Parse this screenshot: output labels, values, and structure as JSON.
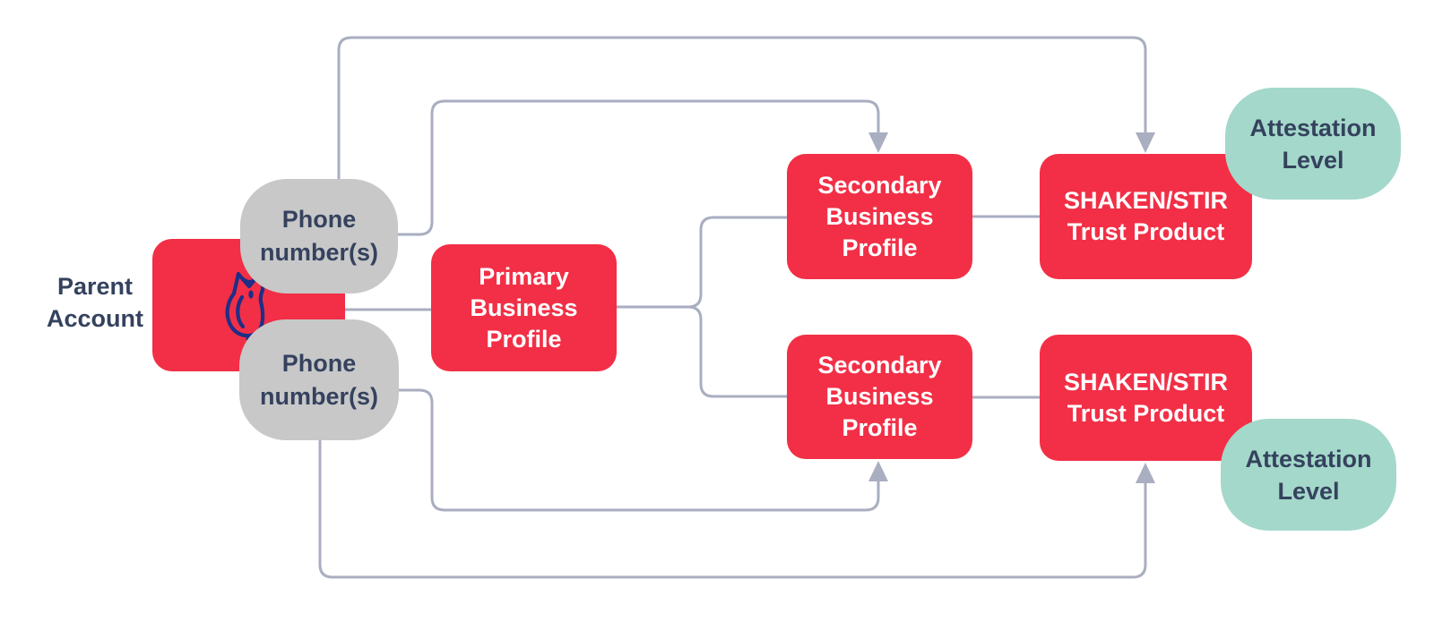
{
  "colors": {
    "background": "#FFFFFF",
    "node_red": "#F22F46",
    "bubble_gray": "#C8C8C9",
    "bubble_teal": "#A4D8CA",
    "text_navy": "#35425E",
    "text_white": "#FFFFFF",
    "connector_gray": "#A9AEC0",
    "owl_navy": "#1F2E86"
  },
  "nodes": {
    "parent_account": "Parent\nAccount",
    "phone_numbers": "Phone\nnumber(s)",
    "primary_business_profile": "Primary\nBusiness\nProfile",
    "secondary_business_profile": "Secondary\nBusiness\nProfile",
    "shaken_stir_trust_product": "SHAKEN/STIR\nTrust Product",
    "attestation_level": "Attestation\nLevel"
  },
  "icons": {
    "owl": "twilio-owl-icon"
  },
  "edges": [
    {
      "from": "phone-numbers-1",
      "to": "shaken-stir-trust-product-1",
      "arrow": true,
      "route": "over-the-top"
    },
    {
      "from": "phone-numbers-1",
      "to": "secondary-business-profile-1",
      "arrow": true,
      "route": "over-the-top"
    },
    {
      "from": "parent-account",
      "to": "primary-business-profile",
      "arrow": false,
      "route": "straight"
    },
    {
      "from": "primary-business-profile",
      "to": "secondary-business-profile-1",
      "arrow": false,
      "route": "branch-up"
    },
    {
      "from": "primary-business-profile",
      "to": "secondary-business-profile-2",
      "arrow": false,
      "route": "branch-down"
    },
    {
      "from": "secondary-business-profile-1",
      "to": "shaken-stir-trust-product-1",
      "arrow": false,
      "route": "straight"
    },
    {
      "from": "secondary-business-profile-2",
      "to": "shaken-stir-trust-product-2",
      "arrow": false,
      "route": "straight"
    },
    {
      "from": "phone-numbers-2",
      "to": "secondary-business-profile-2",
      "arrow": true,
      "route": "under-the-bottom"
    },
    {
      "from": "phone-numbers-2",
      "to": "shaken-stir-trust-product-2",
      "arrow": true,
      "route": "under-the-bottom"
    }
  ]
}
